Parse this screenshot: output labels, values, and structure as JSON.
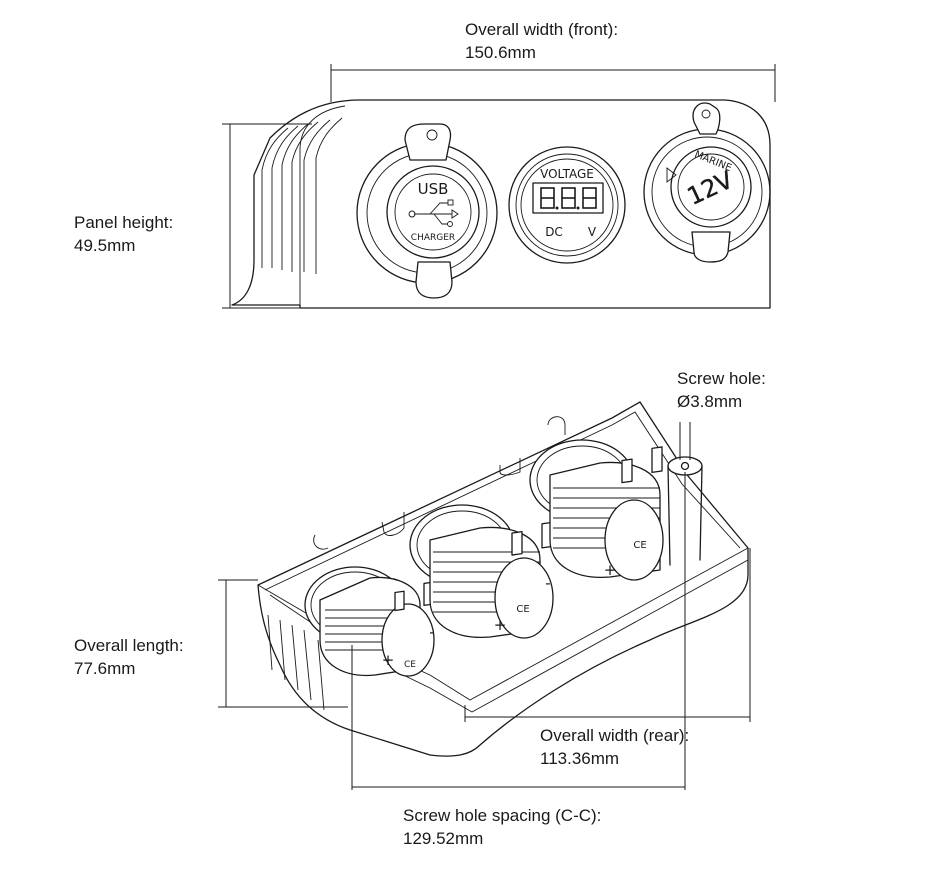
{
  "dimensions": {
    "overall_width_front": {
      "label": "Overall width (front):",
      "value": "150.6mm"
    },
    "panel_height": {
      "label": "Panel height:",
      "value": "49.5mm"
    },
    "screw_hole": {
      "label": "Screw hole:",
      "value": "Ø3.8mm"
    },
    "overall_length": {
      "label": "Overall length:",
      "value": "77.6mm"
    },
    "overall_width_rear": {
      "label": "Overall width (rear):",
      "value": "113.36mm"
    },
    "screw_hole_spacing": {
      "label": "Screw hole spacing (C-C):",
      "value": "129.52mm"
    }
  },
  "front_panel": {
    "usb_socket": {
      "top_text": "USB",
      "bottom_text": "CHARGER"
    },
    "voltmeter": {
      "top_text": "VOLTAGE",
      "display": "8.8.8",
      "left_text": "DC",
      "right_text": "V"
    },
    "power_socket": {
      "top_text": "MARINE",
      "center_text": "12V"
    }
  },
  "rear_view": {
    "terminal_marks": {
      "plus": "+",
      "minus": "-",
      "cert": "CE"
    }
  }
}
